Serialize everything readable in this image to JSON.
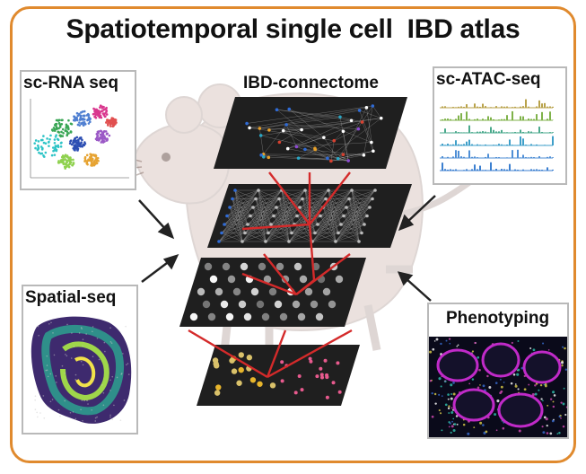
{
  "title": "Spatiotemporal single cell  IBD atlas",
  "panels": {
    "scrna": "sc-RNA seq",
    "connectome": "IBD-connectome",
    "scatac": "sc-ATAC-seq",
    "spatial": "Spatial-seq",
    "phenotyping": "Phenotyping"
  },
  "colors": {
    "border": "#e08a2e",
    "connector": "#d42a2a",
    "layer": "#1f1f1f"
  },
  "icons": [
    "mouse-illustration",
    "arrow-icon"
  ]
}
